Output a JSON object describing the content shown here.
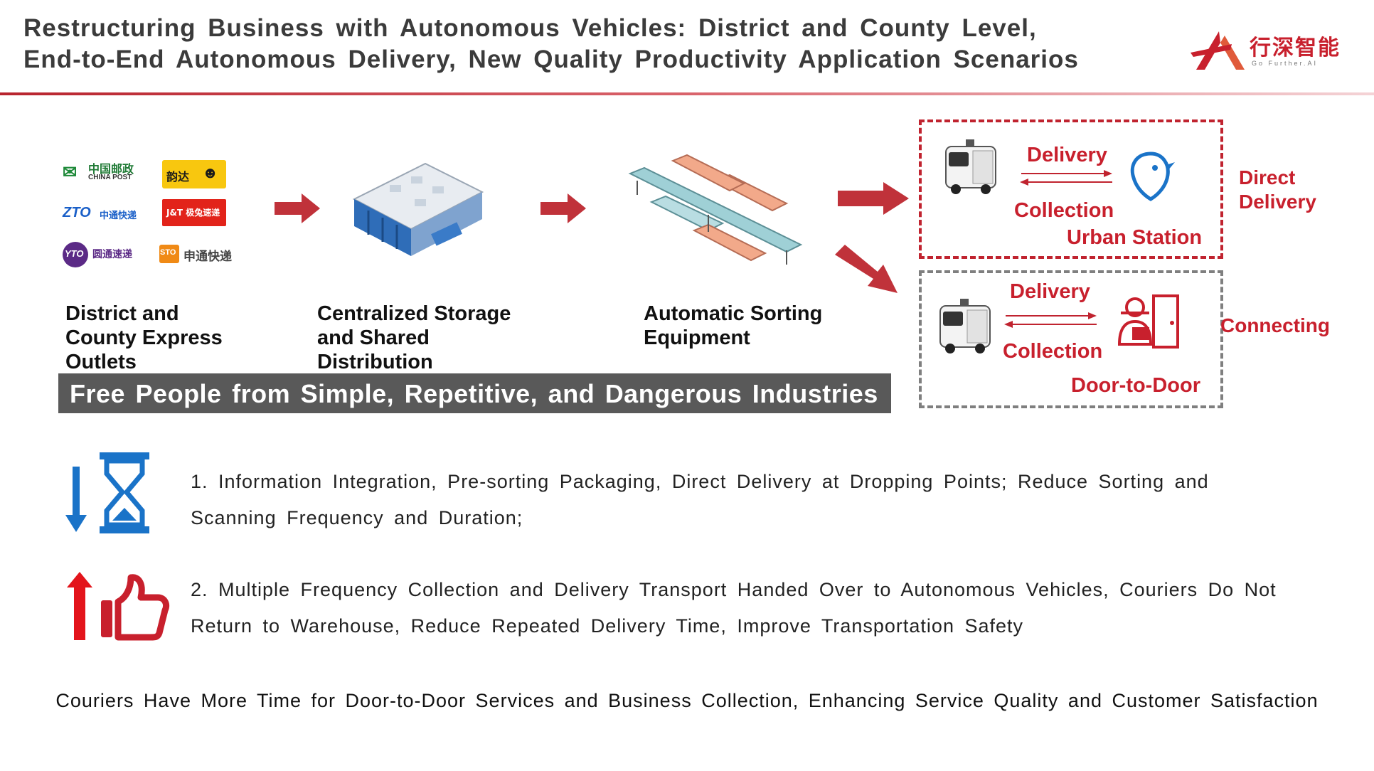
{
  "header": {
    "title_line1": "Restructuring Business with Autonomous Vehicles: District and County Level,",
    "title_line2": "End-to-End Autonomous Delivery, New Quality Productivity Application Scenarios",
    "logo_text": "行深智能",
    "logo_subtext": "Go Further.AI"
  },
  "courier_logos": {
    "china_post_cn": "中国邮政",
    "china_post_en": "CHINA POST",
    "yunda": "韵达",
    "zto": "ZTO",
    "zto_cn": "中通快递",
    "jt": "J&T 极兔速递",
    "yto": "YTO",
    "yto_cn": "圆通速递",
    "sto": "STO",
    "sto_cn": "申通快递"
  },
  "stages": [
    {
      "label": "District and\nCounty Express\nOutlets"
    },
    {
      "label": "Centralized Storage\nand Shared\nDistribution"
    },
    {
      "label": "Automatic Sorting\nEquipment"
    }
  ],
  "banner": "Free People from Simple, Repetitive, and Dangerous Industries",
  "direct_box": {
    "delivery": "Delivery",
    "collection": "Collection",
    "station": "Urban Station",
    "side_label_1": "Direct",
    "side_label_2": "Delivery"
  },
  "connecting_box": {
    "delivery": "Delivery",
    "collection": "Collection",
    "station": "Door-to-Door",
    "side_label": "Connecting"
  },
  "benefits": [
    {
      "icon": "hourglass-down-icon",
      "line1": "1. Information Integration, Pre-sorting Packaging, Direct Delivery at Dropping Points; Reduce Sorting and",
      "line2": "Scanning Frequency and Duration;"
    },
    {
      "icon": "thumbs-up-icon",
      "line1": "2. Multiple Frequency Collection and Delivery Transport Handed Over to Autonomous Vehicles, Couriers Do Not",
      "line2": "Return to Warehouse, Reduce Repeated Delivery Time, Improve Transportation Safety"
    }
  ],
  "footer": "Couriers Have More Time for Door-to-Door Services and Business Collection, Enhancing Service Quality and Customer Satisfaction",
  "colors": {
    "accent_red": "#c8202d",
    "banner_gray": "#595959",
    "blue": "#1a73c8"
  }
}
